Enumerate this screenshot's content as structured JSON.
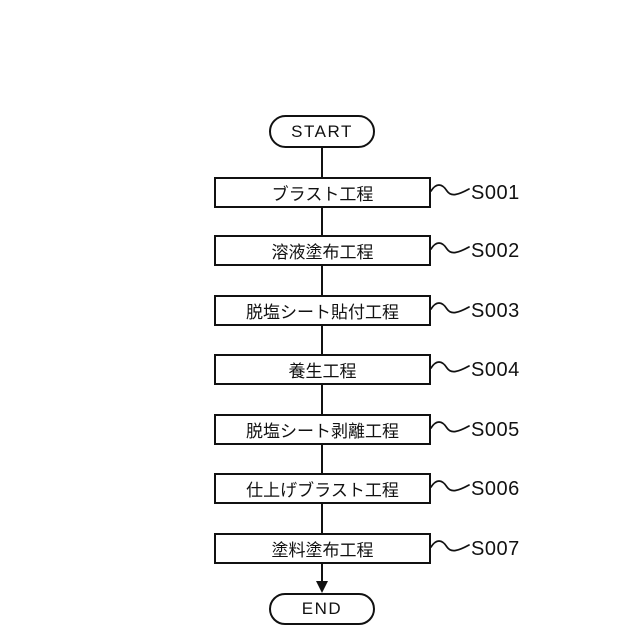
{
  "figure": {
    "type": "flowchart",
    "background_color": "#ffffff",
    "line_color": "#111111",
    "start_label": "START",
    "end_label": "END",
    "steps": [
      {
        "id": "S001",
        "label": "ブラスト工程"
      },
      {
        "id": "S002",
        "label": "溶液塗布工程"
      },
      {
        "id": "S003",
        "label": "脱塩シート貼付工程"
      },
      {
        "id": "S004",
        "label": "養生工程"
      },
      {
        "id": "S005",
        "label": "脱塩シート剥離工程"
      },
      {
        "id": "S006",
        "label": "仕上げブラスト工程"
      },
      {
        "id": "S007",
        "label": "塗料塗布工程"
      }
    ]
  }
}
